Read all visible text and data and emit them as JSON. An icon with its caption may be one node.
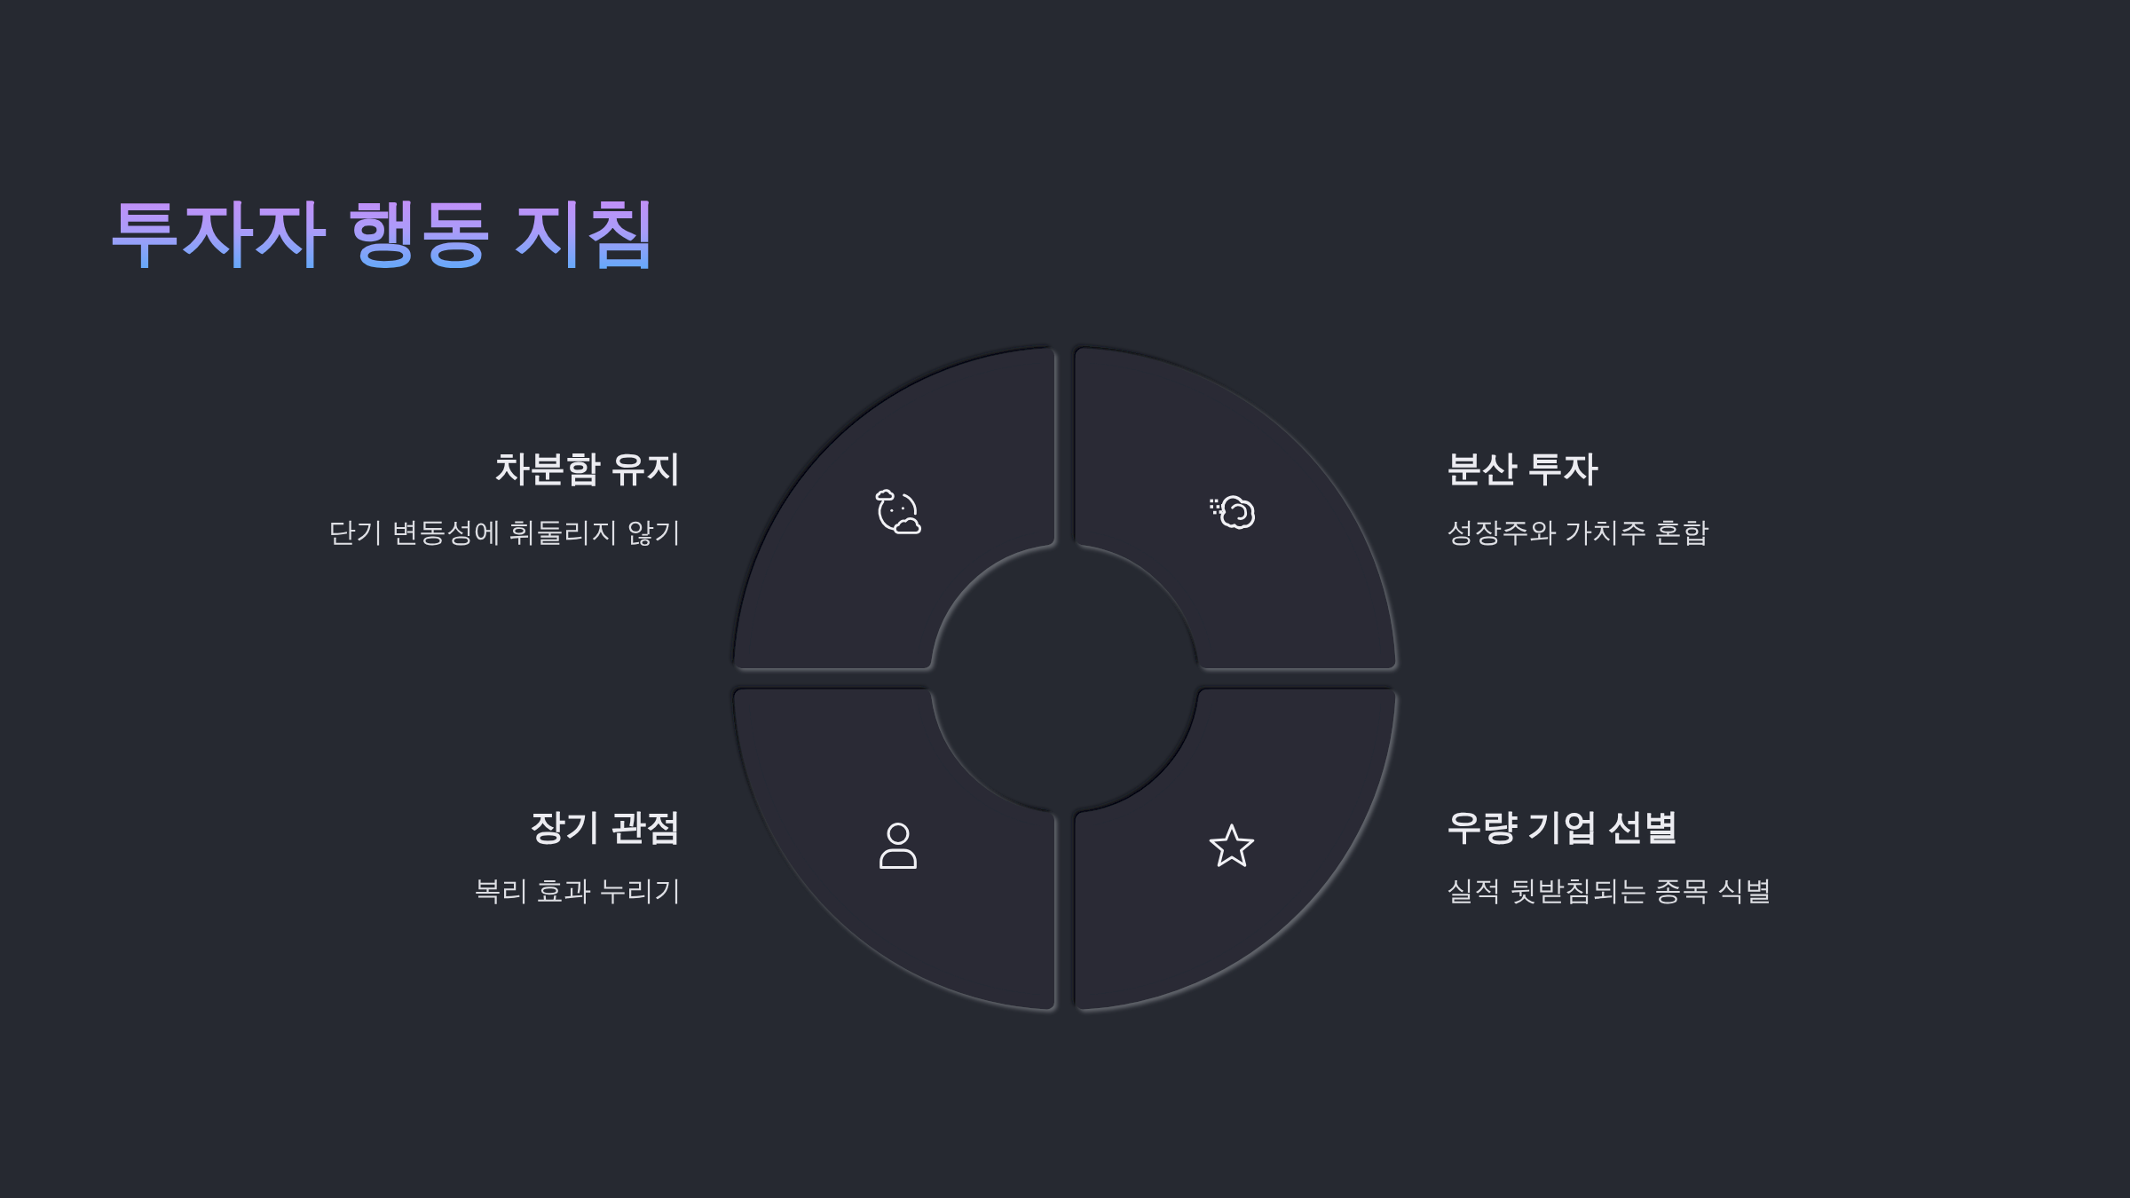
{
  "diagram": {
    "title": "투자자 행동 지침",
    "nodes": [
      {
        "text": [],
        "shape": "sector",
        "beside": [
          "차분함 유지",
          "단기 변동성에 휘둘리지 않기"
        ]
      },
      {
        "text": [],
        "shape": "sector",
        "beside": [
          "분산 투자",
          "성장주와 가치주 혼합"
        ]
      },
      {
        "text": [],
        "shape": "sector",
        "beside": [
          "장기 관점",
          "복리 효과 누리기"
        ]
      },
      {
        "text": [],
        "shape": "sector",
        "beside": [
          "우량 기업 선별",
          "실적 뒷받침되는 종목 식별"
        ]
      }
    ]
  }
}
